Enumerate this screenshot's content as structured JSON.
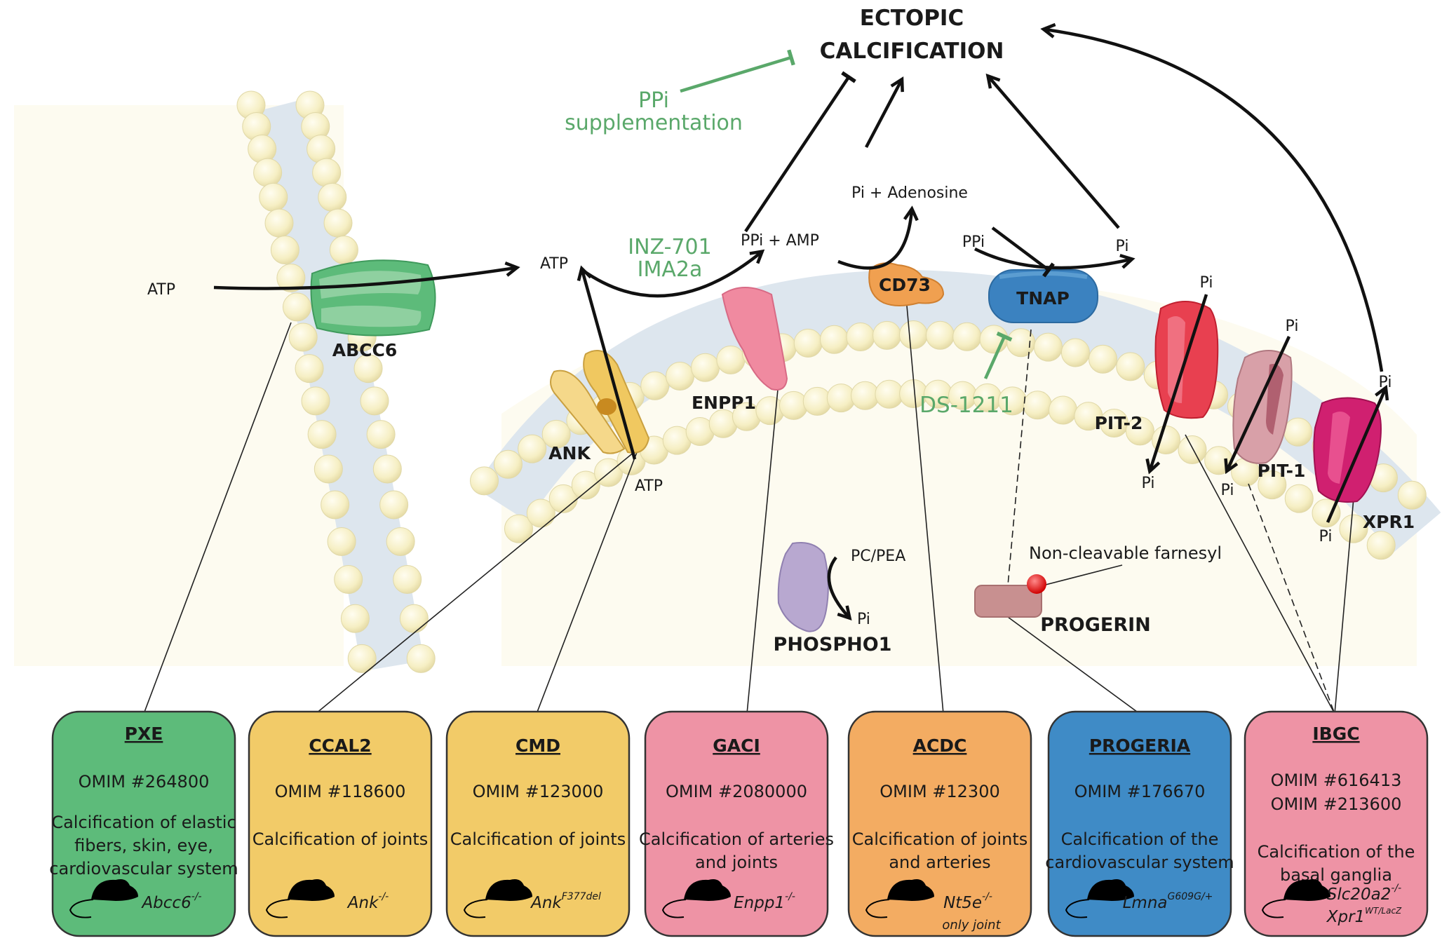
{
  "title": {
    "line1": "ECTOPIC",
    "line2": "CALCIFICATION"
  },
  "therapies": {
    "ppi_line1": "PPi",
    "ppi_line2": "supplementation",
    "inz_line1": "INZ-701",
    "inz_line2": "IMA2a",
    "ds": "DS-1211"
  },
  "metabolites": {
    "atp_outside_left": "ATP",
    "atp_extracellular": "ATP",
    "atp_intracellular": "ATP",
    "ppi_amp": "PPi + AMP",
    "pi_adenosine": "Pi + Adenosine",
    "ppi_tnap": "PPi",
    "pi_tnap": "Pi",
    "pi_pit2_out": "Pi",
    "pi_pit2_in": "Pi",
    "pi_pit1_out": "Pi",
    "pi_pit1_in": "Pi",
    "pi_xpr1_out": "Pi",
    "pi_xpr1_in": "Pi",
    "pc_pea": "PC/PEA",
    "pi_phospho1": "Pi",
    "farnesyl": "Non-cleavable farnesyl"
  },
  "proteins": {
    "abcc6": "ABCC6",
    "ank": "ANK",
    "enpp1": "ENPP1",
    "cd73": "CD73",
    "tnap": "TNAP",
    "pit2": "PIT-2",
    "pit1": "PIT-1",
    "xpr1": "XPR1",
    "phospho1": "PHOSPHO1",
    "progerin": "PROGERIN"
  },
  "colors": {
    "abcc6": "#5dbb7a",
    "ank": "#f0c860",
    "enpp1": "#f08aa0",
    "cd73": "#f0a050",
    "tnap": "#3b82c0",
    "pit2": "#e84050",
    "pit1": "#d8a0a8",
    "xpr1": "#d02070",
    "therapy": "#5aa86a"
  },
  "diseases": [
    {
      "name": "PXE",
      "omim": [
        "OMIM #264800"
      ],
      "description": [
        "Calcification of elastic",
        "fibers, skin, eye,",
        "cardiovascular system"
      ],
      "model_gene": "Abcc6",
      "model_allele": "-/-",
      "model_note": "",
      "color": "#5dbb7a"
    },
    {
      "name": "CCAL2",
      "omim": [
        "OMIM #118600"
      ],
      "description": [
        "Calcification of joints"
      ],
      "model_gene": "Ank",
      "model_allele": "-/-",
      "model_note": "",
      "color": "#f2cb68"
    },
    {
      "name": "CMD",
      "omim": [
        "OMIM #123000"
      ],
      "description": [
        "Calcification of joints"
      ],
      "model_gene": "Ank",
      "model_allele": "F377del",
      "model_note": "",
      "color": "#f2cb68"
    },
    {
      "name": "GACI",
      "omim": [
        "OMIM #2080000"
      ],
      "description": [
        "Calcification of arteries",
        "and joints"
      ],
      "model_gene": "Enpp1",
      "model_allele": "-/-",
      "model_note": "",
      "color": "#ee93a5"
    },
    {
      "name": "ACDC",
      "omim": [
        "OMIM #12300"
      ],
      "description": [
        "Calcification of joints",
        "and arteries"
      ],
      "model_gene": "Nt5e",
      "model_allele": "-/-",
      "model_note": "only joint",
      "color": "#f3ac62"
    },
    {
      "name": "PROGERIA",
      "omim": [
        "OMIM #176670"
      ],
      "description": [
        "Calcification of the",
        "cardiovascular system"
      ],
      "model_gene": "Lmna",
      "model_allele": "G609G/+",
      "model_note": "",
      "color": "#3f8bc6"
    },
    {
      "name": "IBGC",
      "omim": [
        "OMIM #616413",
        "OMIM #213600"
      ],
      "description": [
        "Calcification of the",
        "basal ganglia"
      ],
      "model_gene": "Slc20a2",
      "model_allele": "-/-",
      "model_gene2": "Xpr1",
      "model_allele2": "WT/LacZ",
      "model_note": "",
      "color": "#ee93a5"
    }
  ]
}
